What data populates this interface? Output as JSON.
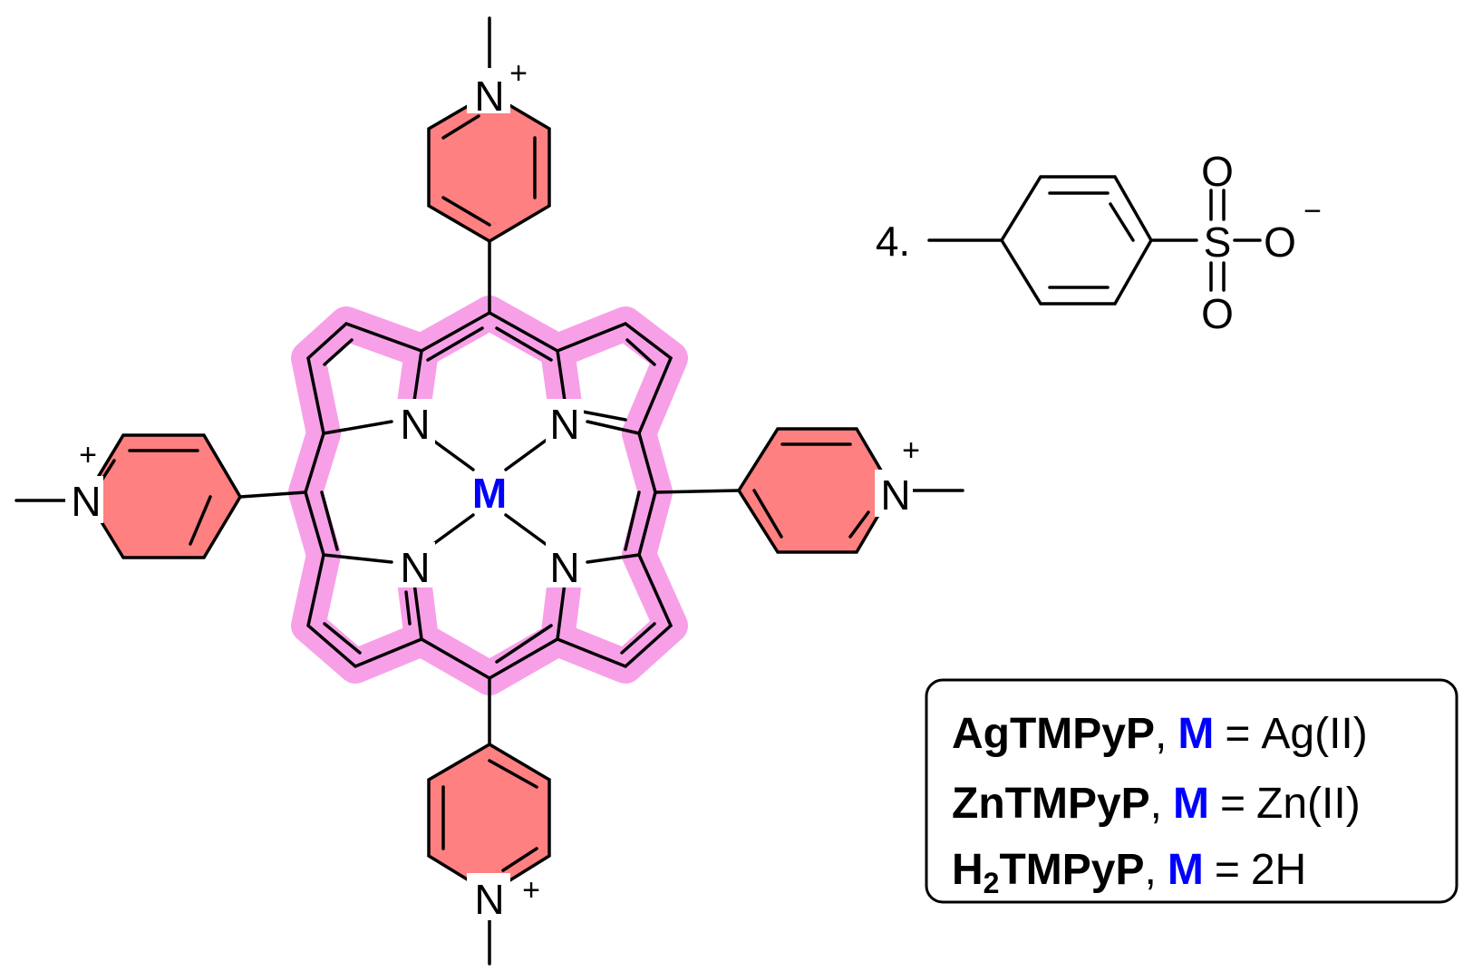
{
  "colors": {
    "ring_highlight": "#f7a0e8",
    "pyridinium_fill": "#ff8080",
    "metal_label": "#0000ff",
    "bond": "#000000"
  },
  "atoms": {
    "nitrogen": "N",
    "plus": "+",
    "minus": "−",
    "metal": "M",
    "sulfur": "S",
    "oxygen": "O"
  },
  "counterion": {
    "stoichiometry": "4."
  },
  "legend": {
    "rows": [
      {
        "name": "AgTMPyP",
        "sep": ",",
        "metal": "M",
        "eq": "=",
        "value": "Ag(II)"
      },
      {
        "name": "ZnTMPyP",
        "sep": ",",
        "metal": "M",
        "eq": "=",
        "value": "Zn(II)"
      },
      {
        "name_prefix": "H",
        "name_sub": "2",
        "name_suffix": "TMPyP",
        "sep": ",",
        "metal": "M",
        "eq": "=",
        "value": "2H"
      }
    ]
  }
}
